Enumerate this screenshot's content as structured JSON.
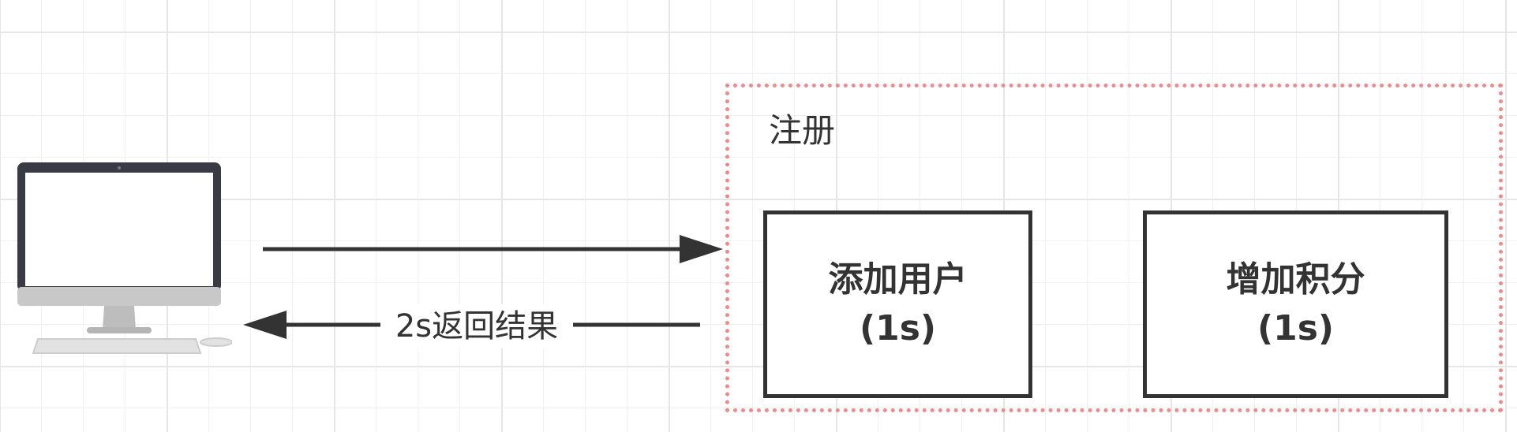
{
  "client": {
    "icon": "desktop-computer-icon"
  },
  "flows": {
    "request": {
      "label": ""
    },
    "response": {
      "label": "2s返回结果"
    }
  },
  "group": {
    "title": "注册",
    "border_color": "#ee8a8a",
    "steps": [
      {
        "name": "添加用户",
        "time": "(1s)"
      },
      {
        "name": "增加积分",
        "time": "(1s)"
      }
    ]
  },
  "colors": {
    "line": "#333333",
    "grid": "#e6e6e6"
  }
}
